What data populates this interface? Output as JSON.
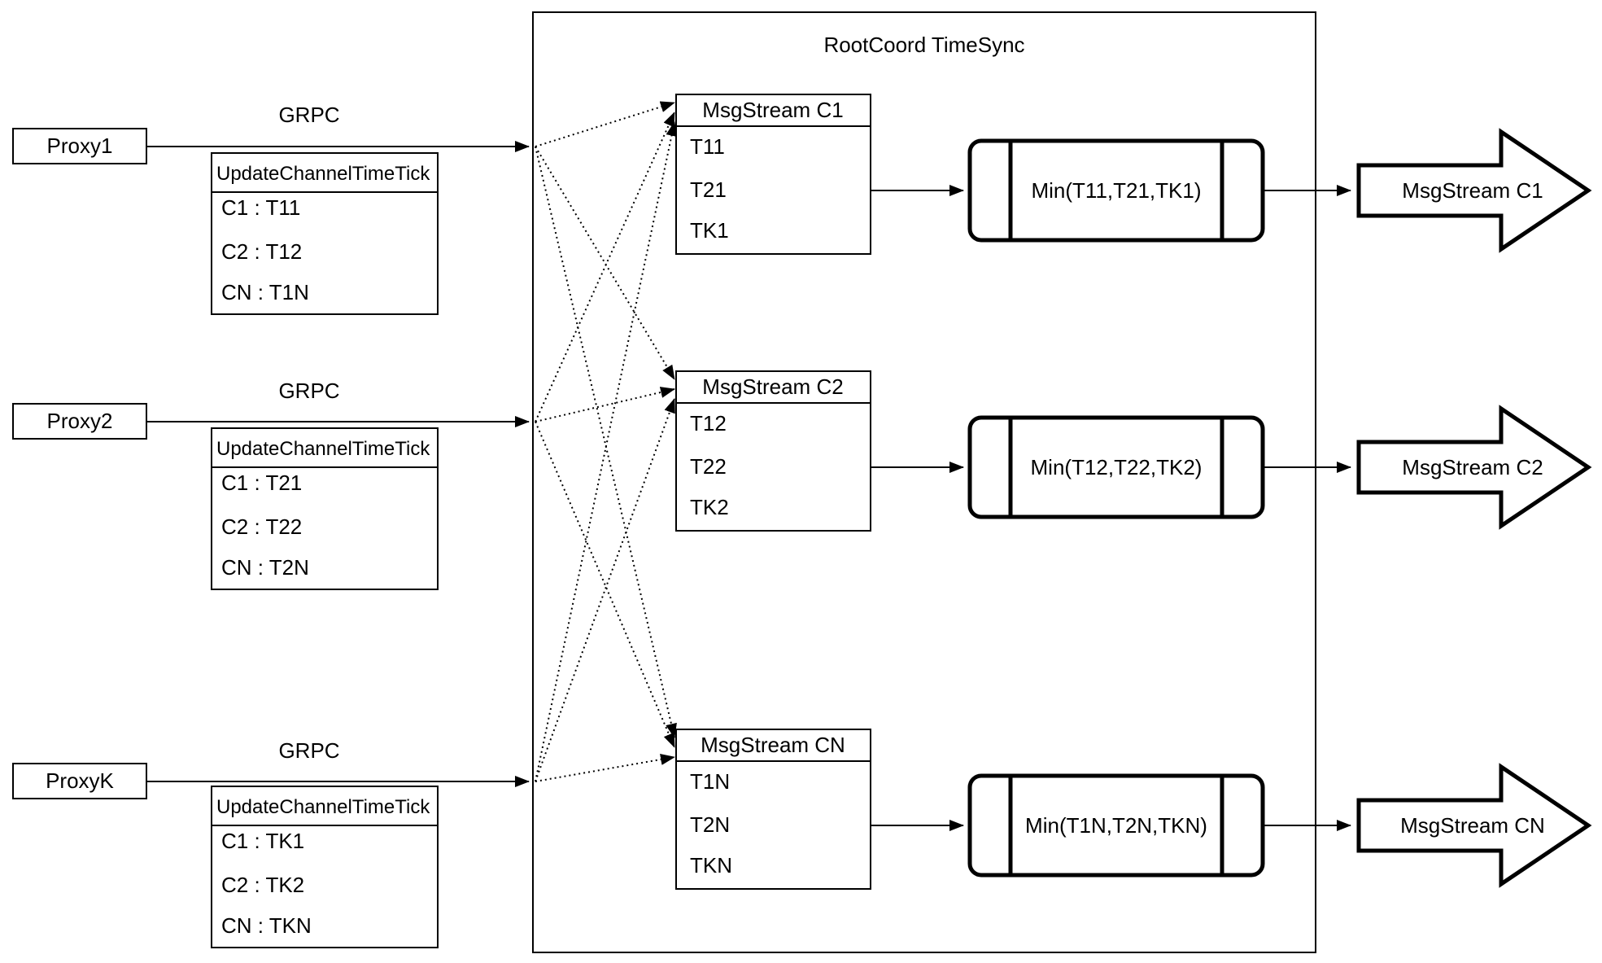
{
  "diagram": {
    "container_title": "RootCoord TimeSync"
  },
  "colors": {
    "line": "#000000",
    "fill": "#ffffff"
  },
  "proxies": [
    {
      "name": "Proxy1",
      "protocol_label": "GRPC",
      "message": {
        "header": "UpdateChannelTimeTick",
        "rows": [
          "C1 :  T11",
          "C2 :  T12",
          "CN : T1N"
        ]
      }
    },
    {
      "name": "Proxy2",
      "protocol_label": "GRPC",
      "message": {
        "header": "UpdateChannelTimeTick",
        "rows": [
          "C1 :  T21",
          "C2 :  T22",
          "CN : T2N"
        ]
      }
    },
    {
      "name": "ProxyK",
      "protocol_label": "GRPC",
      "message": {
        "header": "UpdateChannelTimeTick",
        "rows": [
          "C1 :  TK1",
          "C2 :  TK2",
          "CN : TKN"
        ]
      }
    }
  ],
  "streams": [
    {
      "header": "MsgStream C1",
      "ticks": [
        "T11",
        "T21",
        "TK1"
      ],
      "min_label": "Min(T11,T21,TK1)",
      "output_label": "MsgStream C1"
    },
    {
      "header": "MsgStream C2",
      "ticks": [
        "T12",
        "T22",
        "TK2"
      ],
      "min_label": "Min(T12,T22,TK2)",
      "output_label": "MsgStream C2"
    },
    {
      "header": "MsgStream CN",
      "ticks": [
        "T1N",
        "T2N",
        "TKN"
      ],
      "min_label": "Min(T1N,T2N,TKN)",
      "output_label": "MsgStream CN"
    }
  ]
}
